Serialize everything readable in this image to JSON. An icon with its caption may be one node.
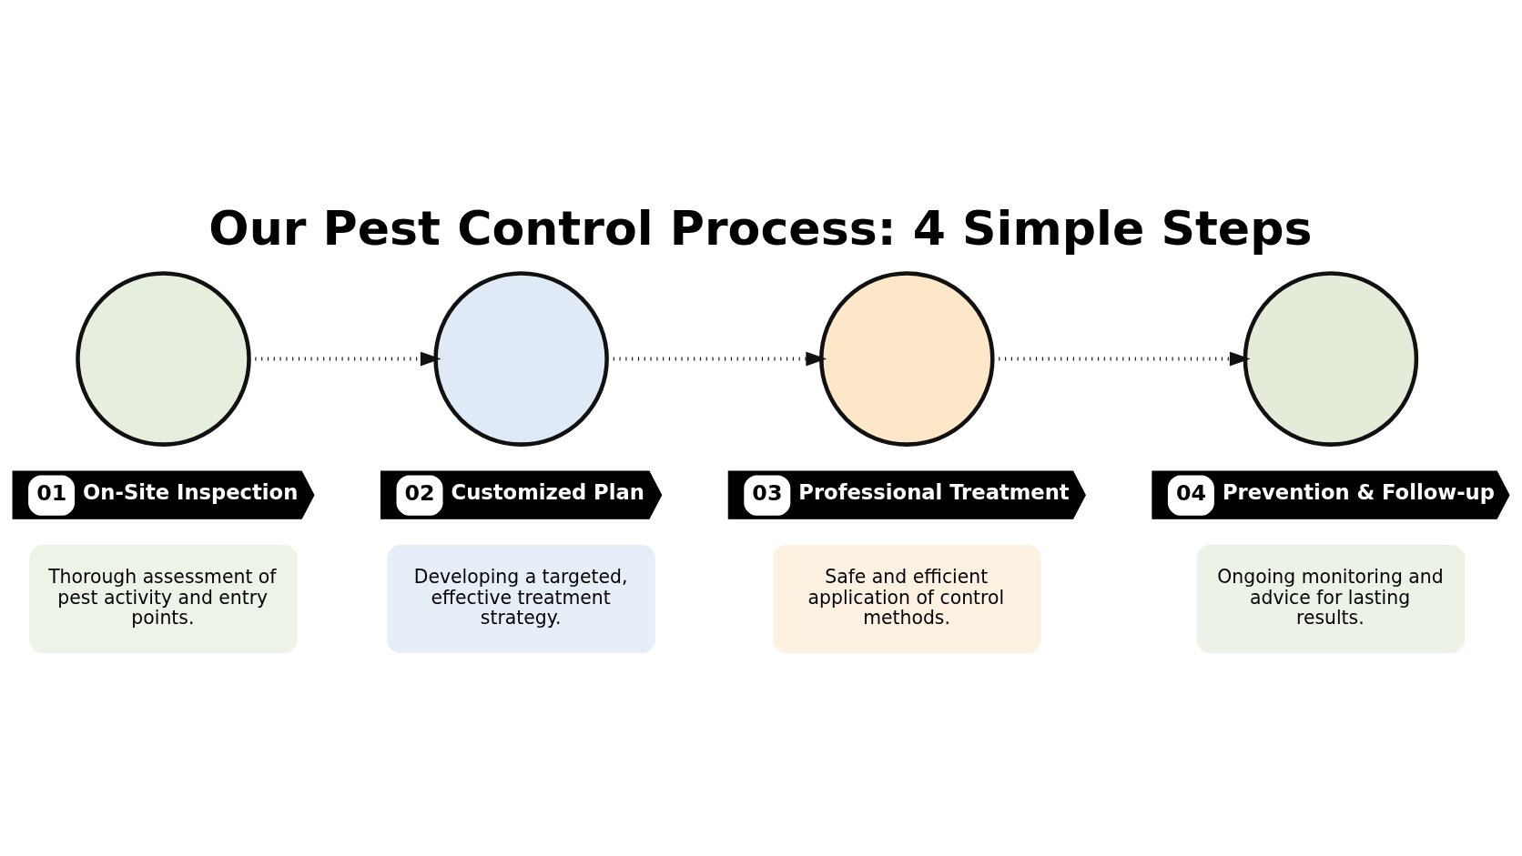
{
  "diagram": {
    "title": "Our Pest Control Process: 4 Simple Steps",
    "nodes": [
      {
        "text": [],
        "shape": "circle"
      },
      {
        "text": [
          "01",
          "On-Site Inspection"
        ]
      },
      {
        "text": [
          "Thorough assessment of pest activity and entry points."
        ]
      },
      {
        "text": [],
        "shape": "circle"
      },
      {
        "text": [
          "02",
          "Customized Plan"
        ]
      },
      {
        "text": [
          "Developing a targeted, effective treatment strategy."
        ]
      },
      {
        "text": [],
        "shape": "circle"
      },
      {
        "text": [
          "03",
          "Professional Treatment"
        ]
      },
      {
        "text": [
          "Safe and efficient application of control methods."
        ]
      },
      {
        "text": [],
        "shape": "circle"
      },
      {
        "text": [
          "04",
          "Prevention & Follow-up"
        ]
      },
      {
        "text": [
          "Ongoing monitoring and advice for lasting results."
        ]
      }
    ],
    "edges": [
      {
        "from": 0,
        "to": 3,
        "arrow": "to",
        "style": "dashed"
      },
      {
        "from": 3,
        "to": 6,
        "arrow": "to",
        "style": "dashed"
      },
      {
        "from": 6,
        "to": 9,
        "arrow": "to",
        "style": "dashed"
      }
    ]
  }
}
